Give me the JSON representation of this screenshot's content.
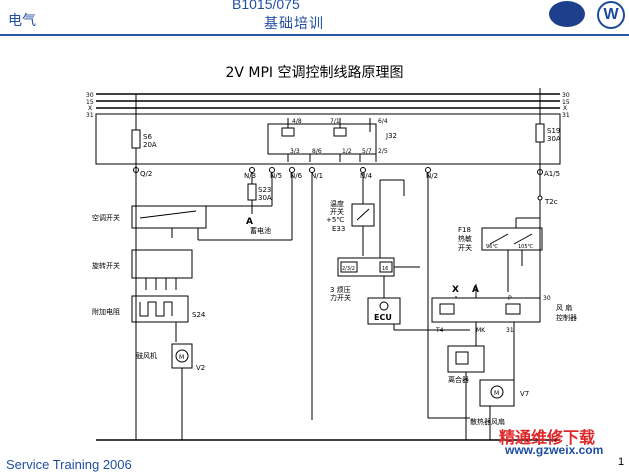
{
  "header": {
    "section": "电气",
    "code": "B1015/075",
    "subtitle": "基础培训",
    "logo_right": "W"
  },
  "title": "2V MPI 空调控制线路原理图",
  "footer": {
    "text": "Service Training  2006",
    "page": "1"
  },
  "watermark": {
    "cn": "精通维修下载",
    "url": "www.gzweix.com"
  },
  "rails": [
    "30",
    "15",
    "X",
    "31"
  ],
  "labels": {
    "s6": "S6",
    "s6_rating": "20A",
    "s19": "S19",
    "s19_rating": "30A",
    "j32": "J32",
    "j32_pins_top": [
      "4/8",
      "7/1",
      "6/4"
    ],
    "j32_pins_bottom": [
      "3/3",
      "8/6",
      "1/2",
      "5/7",
      "2/5"
    ],
    "q2": "Q/2",
    "n3": "N/3",
    "n5": "N/5",
    "n6": "N/6",
    "n1": "N/1",
    "n4": "N/4",
    "n2": "N/2",
    "a15": "A1/5",
    "s23": "S23",
    "s23_rating": "30A",
    "battery_letter": "A",
    "battery_cn": "蓄电池",
    "ac_switch": "空调开关",
    "rotary_switch": "旋转开关",
    "resistor": "附加电阻",
    "s24": "S24",
    "blower": "鼓风机",
    "v2": "V2",
    "temp_switch_1": "温度",
    "temp_switch_2": "开关",
    "temp_switch_3": "+5℃",
    "e33": "E33",
    "pressure_1": "3 烦压",
    "pressure_2": "力开关",
    "p_232": "2/3/2",
    "p_16": "16",
    "ecu": "ECU",
    "t2c": "T2c",
    "f18": "F18",
    "thermo_cn": "热敏",
    "thermo_cn2": "开关",
    "t96": "96℃",
    "t105": "105℃",
    "fan_ctrl_1": "风  扇",
    "fan_ctrl_2": "控制器",
    "fan_x": "X",
    "fan_a": "A",
    "fan_p": "P",
    "fan_30": "30",
    "fan_t4": "T4",
    "fan_mk": "MK",
    "fan_31": "31",
    "clutch": "离合器",
    "v7": "V7",
    "fan_motor": "散热器风扇"
  }
}
